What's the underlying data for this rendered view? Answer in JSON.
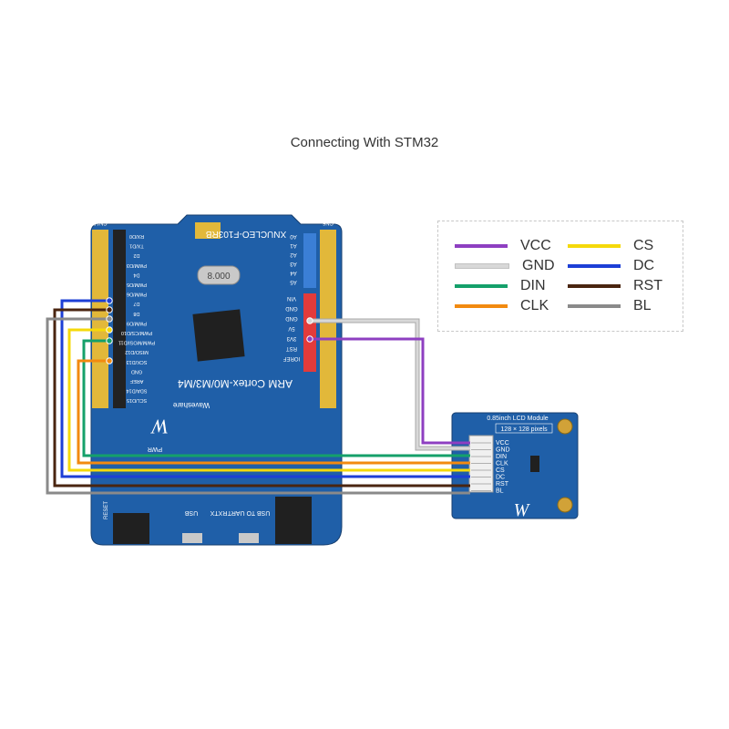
{
  "title": "Connecting With STM32",
  "legend": [
    {
      "label": "VCC",
      "color": "#8e3fc1"
    },
    {
      "label": "CS",
      "color": "#f5d90a"
    },
    {
      "label": "GND",
      "color": "#d8d8d8"
    },
    {
      "label": "DC",
      "color": "#1d3fd6"
    },
    {
      "label": "DIN",
      "color": "#15a06a"
    },
    {
      "label": "RST",
      "color": "#4a2510"
    },
    {
      "label": "CLK",
      "color": "#f28a10"
    },
    {
      "label": "BL",
      "color": "#8a8a8a"
    }
  ],
  "board": {
    "name": "XNUCLEO-F103RB",
    "caption": "ARM Cortex-M0/M3/M4",
    "brand": "Waveshare",
    "crystal": "8.000",
    "usb_label": "USB",
    "uart_label": "USB TO UART",
    "rxtx_label": "RXTX",
    "reset_label": "RESET",
    "pwr_label": "PWR",
    "cn_left": "CN10",
    "cn_right": "CN6",
    "power_header_labels": [
      "VIN",
      "GND",
      "GND",
      "5V",
      "3V3",
      "RST",
      "IOREF"
    ],
    "digital_labels": [
      "RX/D0",
      "TX/D1",
      "D2",
      "PWM/D3",
      "D4",
      "PWM/D5",
      "PWM/D6",
      "D7",
      "D8",
      "PWM/D9",
      "PWM/CS/D10",
      "PWM/MOSI/D11",
      "MISO/D12",
      "SCK/D13",
      "GND",
      "AREF",
      "SDA/D14",
      "SCL/D15"
    ],
    "analog_labels": [
      "A0",
      "A1",
      "A2",
      "A3",
      "A4",
      "A5"
    ]
  },
  "lcd_module": {
    "title": "0.85inch LCD Module",
    "resolution": "128 × 128 pixels",
    "pins": [
      "VCC",
      "GND",
      "DIN",
      "CLK",
      "CS",
      "DC",
      "RST",
      "BL"
    ]
  },
  "wires": [
    {
      "name": "dc-wire",
      "color": "#1d3fd6"
    },
    {
      "name": "rst-wire",
      "color": "#4a2510"
    },
    {
      "name": "bl-wire",
      "color": "#8a8a8a"
    },
    {
      "name": "cs-wire",
      "color": "#f5d90a"
    },
    {
      "name": "din-wire",
      "color": "#15a06a"
    },
    {
      "name": "clk-wire",
      "color": "#f28a10"
    },
    {
      "name": "gnd-wire",
      "color": "#d8d8d8"
    },
    {
      "name": "vcc-wire",
      "color": "#8e3fc1"
    }
  ]
}
